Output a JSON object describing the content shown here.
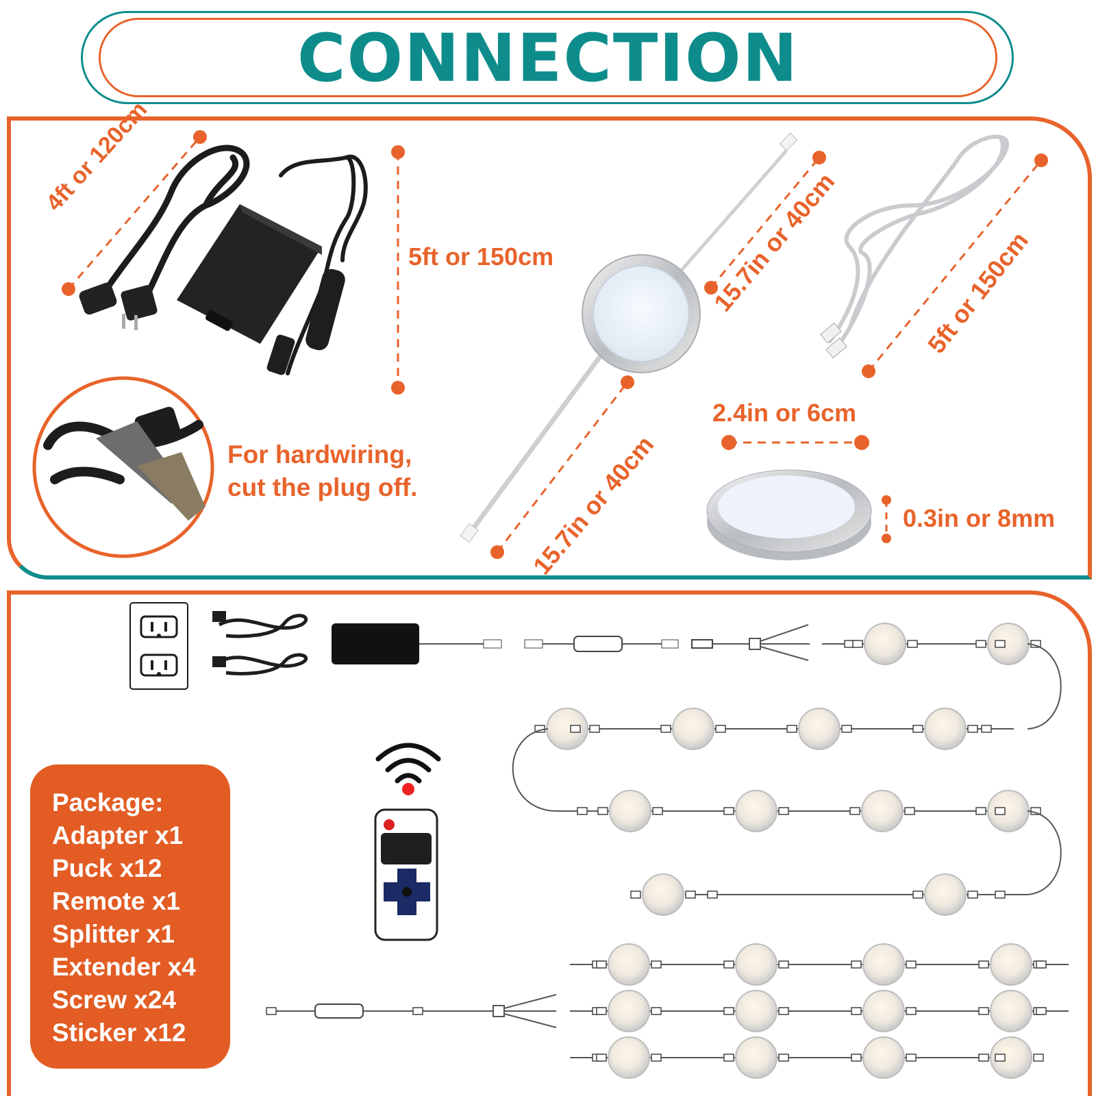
{
  "header": {
    "title": "CONNECTION"
  },
  "dimensions": {
    "power_cord": "4ft or 120cm",
    "adapter_cable": "5ft or 150cm",
    "puck_wire_top": "15.7in or 40cm",
    "puck_wire_bottom": "15.7in or 40cm",
    "extension_cable": "5ft or 150cm",
    "puck_diameter": "2.4in or 6cm",
    "puck_thickness": "0.3in or 8mm"
  },
  "hardwiring": {
    "line1": "For hardwiring,",
    "line2": "cut the plug off."
  },
  "package": {
    "title": "Package:",
    "items": [
      "Adapter x1",
      "Puck x12",
      "Remote x1",
      "Splitter x1",
      "Extender x4",
      "Screw x24",
      "Sticker x12"
    ]
  },
  "colors": {
    "accent_orange": "#e8632b",
    "accent_teal": "#0e8c8c"
  },
  "icons": [
    "wall-outlet-icon",
    "power-cord-icon",
    "adapter-icon",
    "controller-icon",
    "splitter-icon",
    "puck-light-icon",
    "remote-icon",
    "wireless-signal-icon"
  ]
}
